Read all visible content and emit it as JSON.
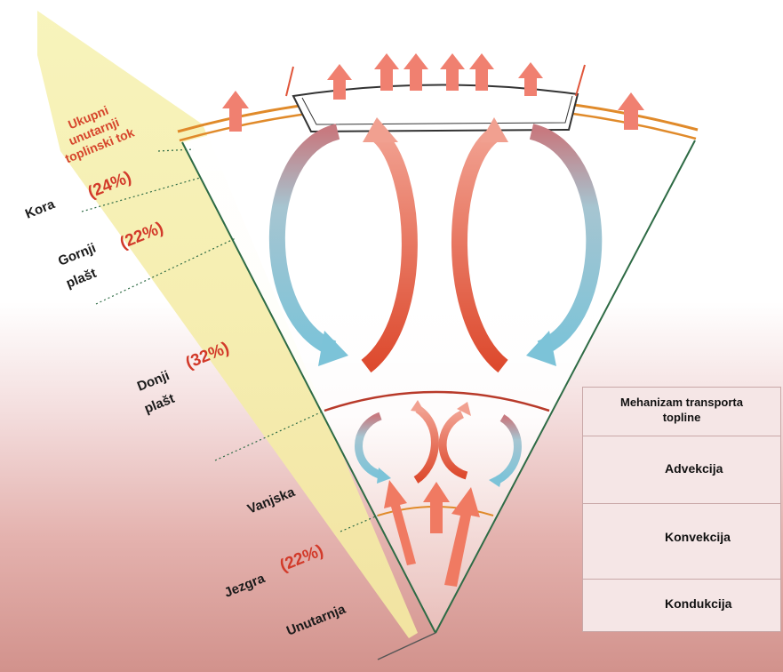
{
  "heat_flux_label": "Ukupni\nunutarnji\ntoplinski tok",
  "layers": {
    "kora": "Kora",
    "gornji_1": "Gornji",
    "gornji_2": "plašt",
    "donji_1": "Donji",
    "donji_2": "plašt",
    "vanjska": "Vanjska",
    "jezgra": "Jezgra",
    "unutarnja": "Unutarnja"
  },
  "percentages": {
    "kora": "(24%)",
    "gornji_plast": "(22%)",
    "donji_plast": "(32%)",
    "jezgra": "(22%)"
  },
  "legend": {
    "title": "Mehanizam transporta\ntopline",
    "advection": "Advekcija",
    "convection": "Konvekcija",
    "conduction": "Kondukcija"
  },
  "colors": {
    "red": "#e0553a",
    "blue": "#8ec8d8",
    "arrow_orange": "#f08070",
    "crust": "#e08a2a",
    "boundary": "#2e6b45",
    "flux_bg": "#f4efb0"
  }
}
